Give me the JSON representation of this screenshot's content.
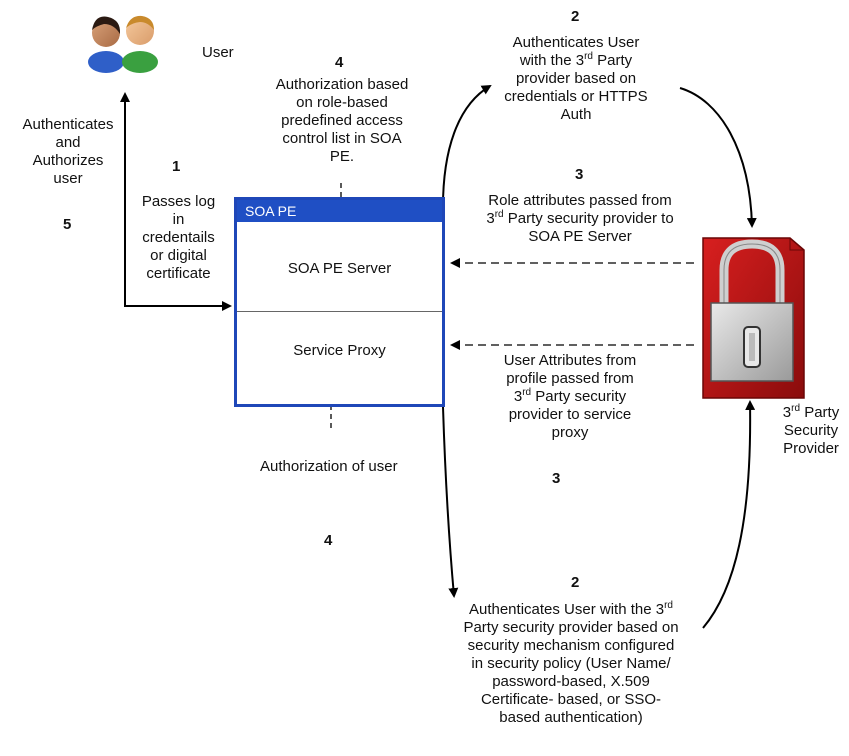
{
  "user": {
    "label": "User"
  },
  "step1": {
    "number": "1",
    "text": [
      "Passes log",
      "in",
      "credentails",
      "or digital",
      "certificate"
    ]
  },
  "step5": {
    "number": "5",
    "text": [
      "Authenticates",
      "and",
      "Authorizes",
      "user"
    ]
  },
  "step4_top": {
    "number": "4",
    "text": [
      "Authorization based",
      "on role-based",
      "predefined access",
      "control list in SOA",
      "PE."
    ]
  },
  "step2_top": {
    "number": "2",
    "line1": "Authenticates User",
    "line2_pre": "with the 3",
    "line2_sup": "rd",
    "line2_post": " Party",
    "line3": "provider based on",
    "line4": "credentials or HTTPS",
    "line5": "Auth"
  },
  "step3_top": {
    "number": "3",
    "line1": "Role attributes passed from",
    "line2_pre": "3",
    "line2_sup": "rd",
    "line2_post": " Party security provider to",
    "line3": "SOA PE Server"
  },
  "soa": {
    "title": "SOA PE",
    "server": "SOA PE Server",
    "proxy": "Service Proxy"
  },
  "step3_bottom": {
    "number": "3",
    "line1": "User Attributes from",
    "line2": "profile passed from",
    "line3_pre": "3",
    "line3_sup": "rd",
    "line3_post": " Party security",
    "line4": "provider to service",
    "line5": "proxy"
  },
  "provider": {
    "line1_pre": "3",
    "line1_sup": "rd",
    "line1_post": " Party",
    "line2": "Security",
    "line3": "Provider"
  },
  "auth_user": {
    "text": "Authorization of user",
    "number": "4"
  },
  "step2_bottom": {
    "number": "2",
    "line1_pre": "Authenticates User with the 3",
    "line1_sup": "rd",
    "line2": "Party security provider based on",
    "line3": "security mechanism configured",
    "line4": "in security policy (User Name/",
    "line5": "password-based, X.509",
    "line6": "Certificate- based, or SSO-",
    "line7": "based authentication)"
  },
  "colors": {
    "accent": "#1f47b8",
    "lock_red": "#b01414"
  }
}
